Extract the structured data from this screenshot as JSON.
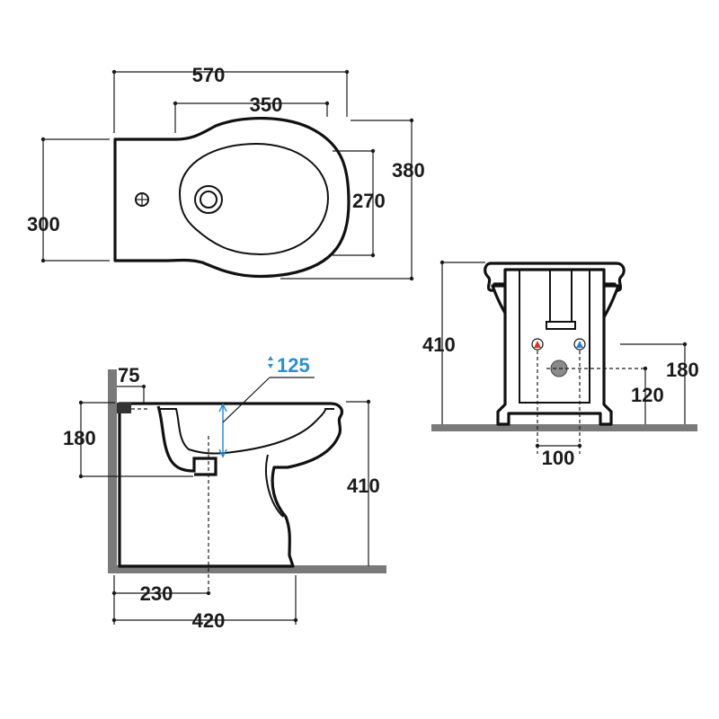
{
  "top_view": {
    "overall_length": "570",
    "bowl_length": "350",
    "overall_width": "380",
    "rear_width": "300",
    "bowl_width": "270"
  },
  "side_view": {
    "inlet_offset": "75",
    "water_height": "125",
    "outlet_height": "180",
    "pan_height": "410",
    "outlet_distance": "230",
    "overall_depth": "420"
  },
  "front_view": {
    "pan_height": "410",
    "tap_height": "180",
    "waste_height": "120",
    "tap_spacing": "100"
  },
  "colors": {
    "line": "#111111",
    "floor": "#7a7a7a",
    "accent_blue": "#2b8fd0",
    "hot_tap": "#d9322b",
    "cold_tap": "#2b7fd0"
  }
}
